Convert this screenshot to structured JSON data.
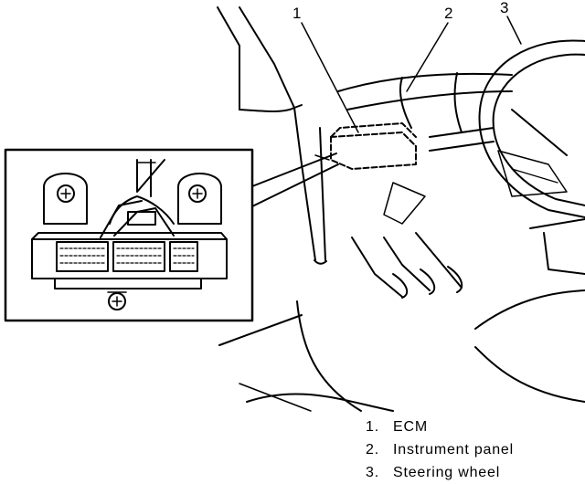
{
  "callouts": [
    {
      "number": "1"
    },
    {
      "number": "2"
    },
    {
      "number": "3"
    }
  ],
  "legend": [
    {
      "number": "1.",
      "label": "ECM"
    },
    {
      "number": "2.",
      "label": "Instrument panel"
    },
    {
      "number": "3.",
      "label": "Steering wheel"
    }
  ]
}
